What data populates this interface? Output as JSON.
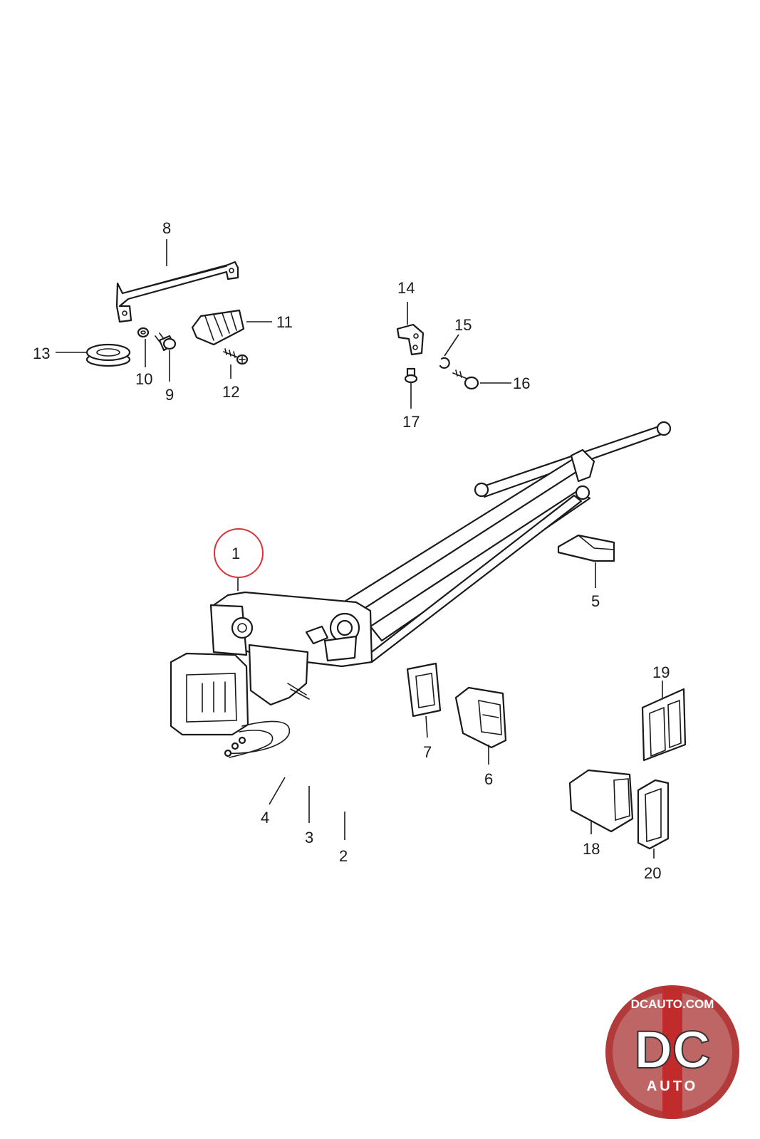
{
  "diagram": {
    "callouts": [
      {
        "id": "1",
        "label": "1"
      },
      {
        "id": "2",
        "label": "2"
      },
      {
        "id": "3",
        "label": "3"
      },
      {
        "id": "4",
        "label": "4"
      },
      {
        "id": "5",
        "label": "5"
      },
      {
        "id": "6",
        "label": "6"
      },
      {
        "id": "7",
        "label": "7"
      },
      {
        "id": "8",
        "label": "8"
      },
      {
        "id": "9",
        "label": "9"
      },
      {
        "id": "10",
        "label": "10"
      },
      {
        "id": "11",
        "label": "11"
      },
      {
        "id": "12",
        "label": "12"
      },
      {
        "id": "13",
        "label": "13"
      },
      {
        "id": "14",
        "label": "14"
      },
      {
        "id": "15",
        "label": "15"
      },
      {
        "id": "16",
        "label": "16"
      },
      {
        "id": "17",
        "label": "17"
      },
      {
        "id": "18",
        "label": "18"
      },
      {
        "id": "19",
        "label": "19"
      },
      {
        "id": "20",
        "label": "20"
      }
    ],
    "highlighted_callout": "1",
    "highlight_color": "#d9323a"
  },
  "logo": {
    "url_text": "DCAUTO.COM",
    "brand_text": "DC",
    "sub_text": "AUTO",
    "colors": {
      "ring": "#b23a3a",
      "stripe": "#c22b2b",
      "silver": "#cfcfcf"
    }
  }
}
